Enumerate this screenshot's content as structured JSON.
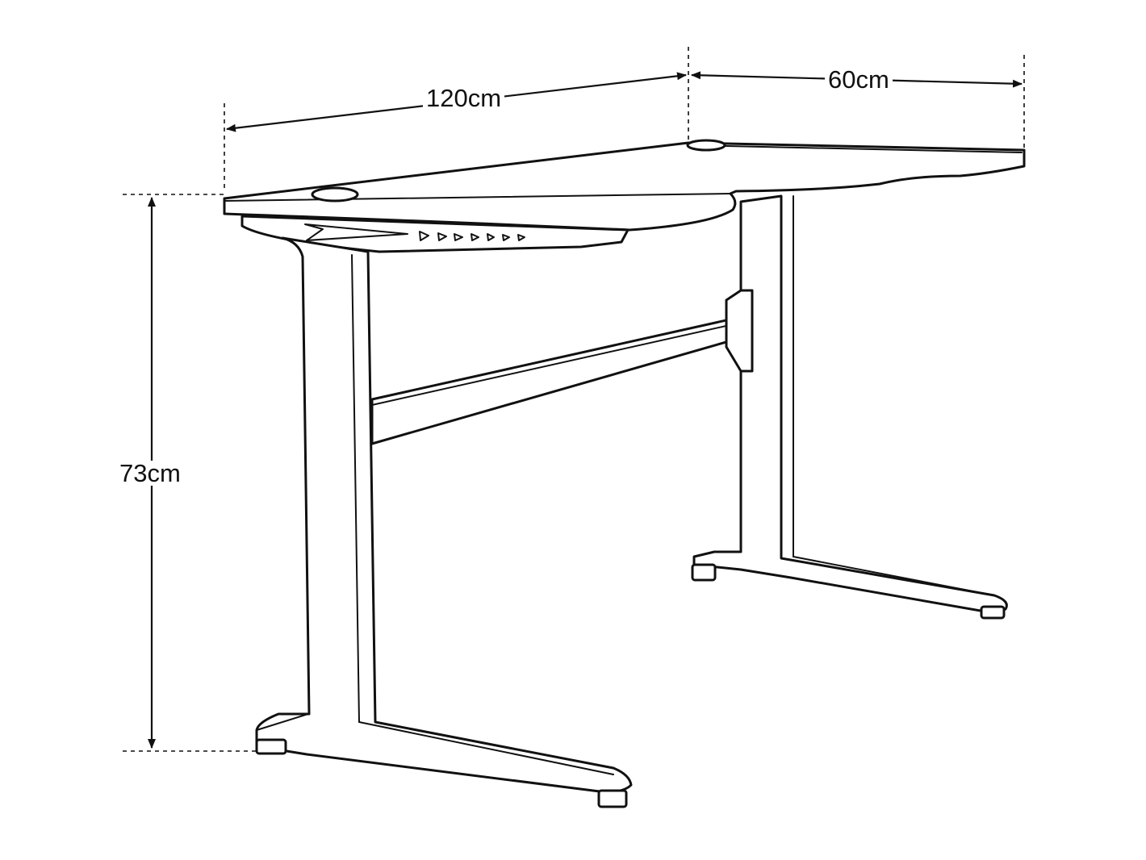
{
  "dimensions": {
    "width": "120cm",
    "depth": "60cm",
    "height": "73cm"
  },
  "colors": {
    "line": "#111111",
    "background": "#ffffff"
  }
}
